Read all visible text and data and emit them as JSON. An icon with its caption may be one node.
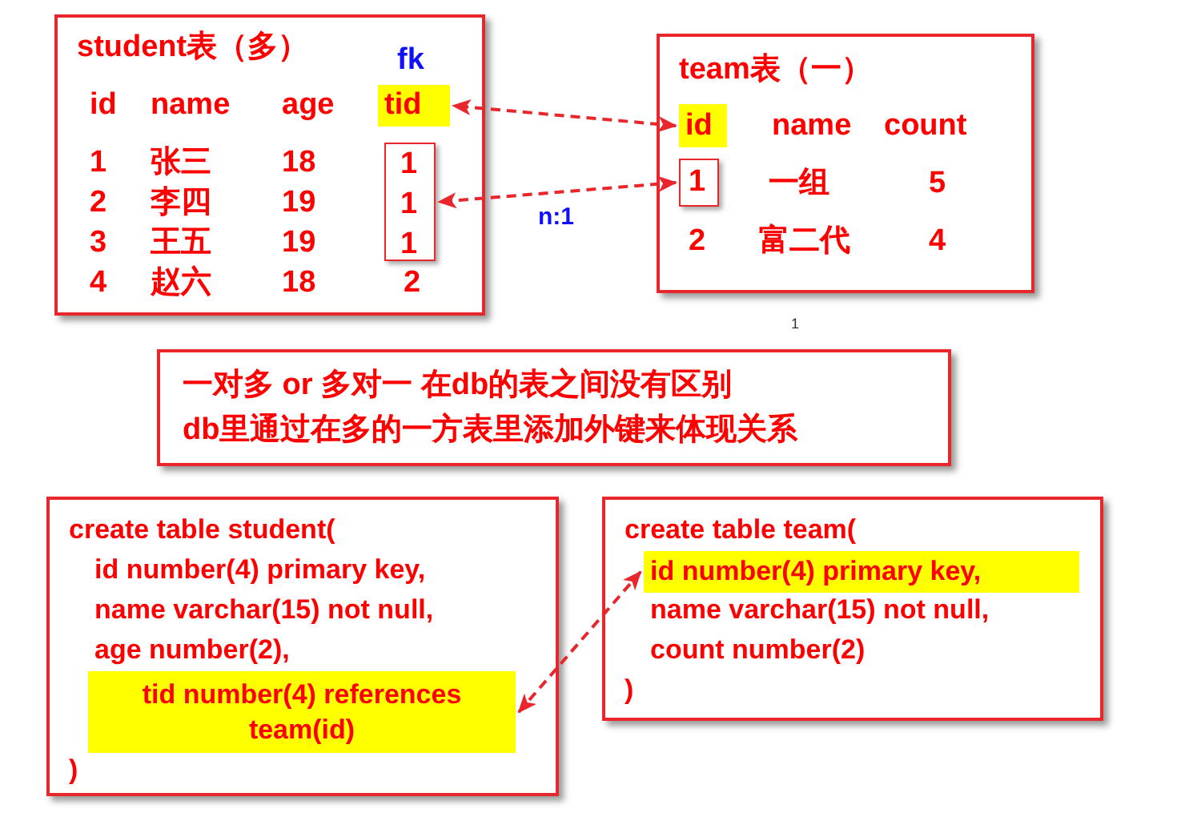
{
  "diagram": {
    "nodes": [
      {
        "text": [
          "student表（多）",
          "id",
          "name",
          "age",
          "1",
          "张三",
          "18",
          "2",
          "李四",
          "19",
          "3",
          "王五",
          "19",
          "4",
          "赵六",
          "18",
          "2"
        ]
      },
      {
        "text": [
          "tid"
        ],
        "beside": [
          "fk"
        ],
        "in": 0
      },
      {
        "text": [
          "1",
          "1",
          "1"
        ],
        "in": 0
      },
      {
        "text": [
          "team表（一）",
          "name",
          "count",
          "一组",
          "5",
          "2",
          "富二代",
          "4"
        ]
      },
      {
        "text": [
          "id"
        ],
        "in": 3
      },
      {
        "text": [
          "1"
        ],
        "in": 3
      },
      {
        "text": [
          "一对多 or 多对一 在db的表之间没有区别",
          "db里通过在多的一方表里添加外键来体现关系"
        ]
      },
      {
        "text": [
          "create table student(",
          "id number(4) primary key,",
          "name varchar(15) not null,",
          "age number(2),",
          ")"
        ]
      },
      {
        "text": [
          "tid number(4) references team(id)"
        ],
        "in": 7
      },
      {
        "text": [
          "create table team(",
          "name varchar(15) not null,",
          "count number(2)",
          ")"
        ]
      },
      {
        "text": [
          "id number(4) primary key,"
        ],
        "in": 9
      }
    ],
    "edges": [
      {
        "from": 4,
        "to": 1,
        "arrow": "both",
        "style": "dashed"
      },
      {
        "from": 5,
        "to": 2,
        "arrow": "both",
        "style": "dashed",
        "label": "n:1"
      },
      {
        "from": 10,
        "to": 8,
        "arrow": "both",
        "style": "dashed"
      }
    ],
    "labels": [
      "1"
    ]
  }
}
